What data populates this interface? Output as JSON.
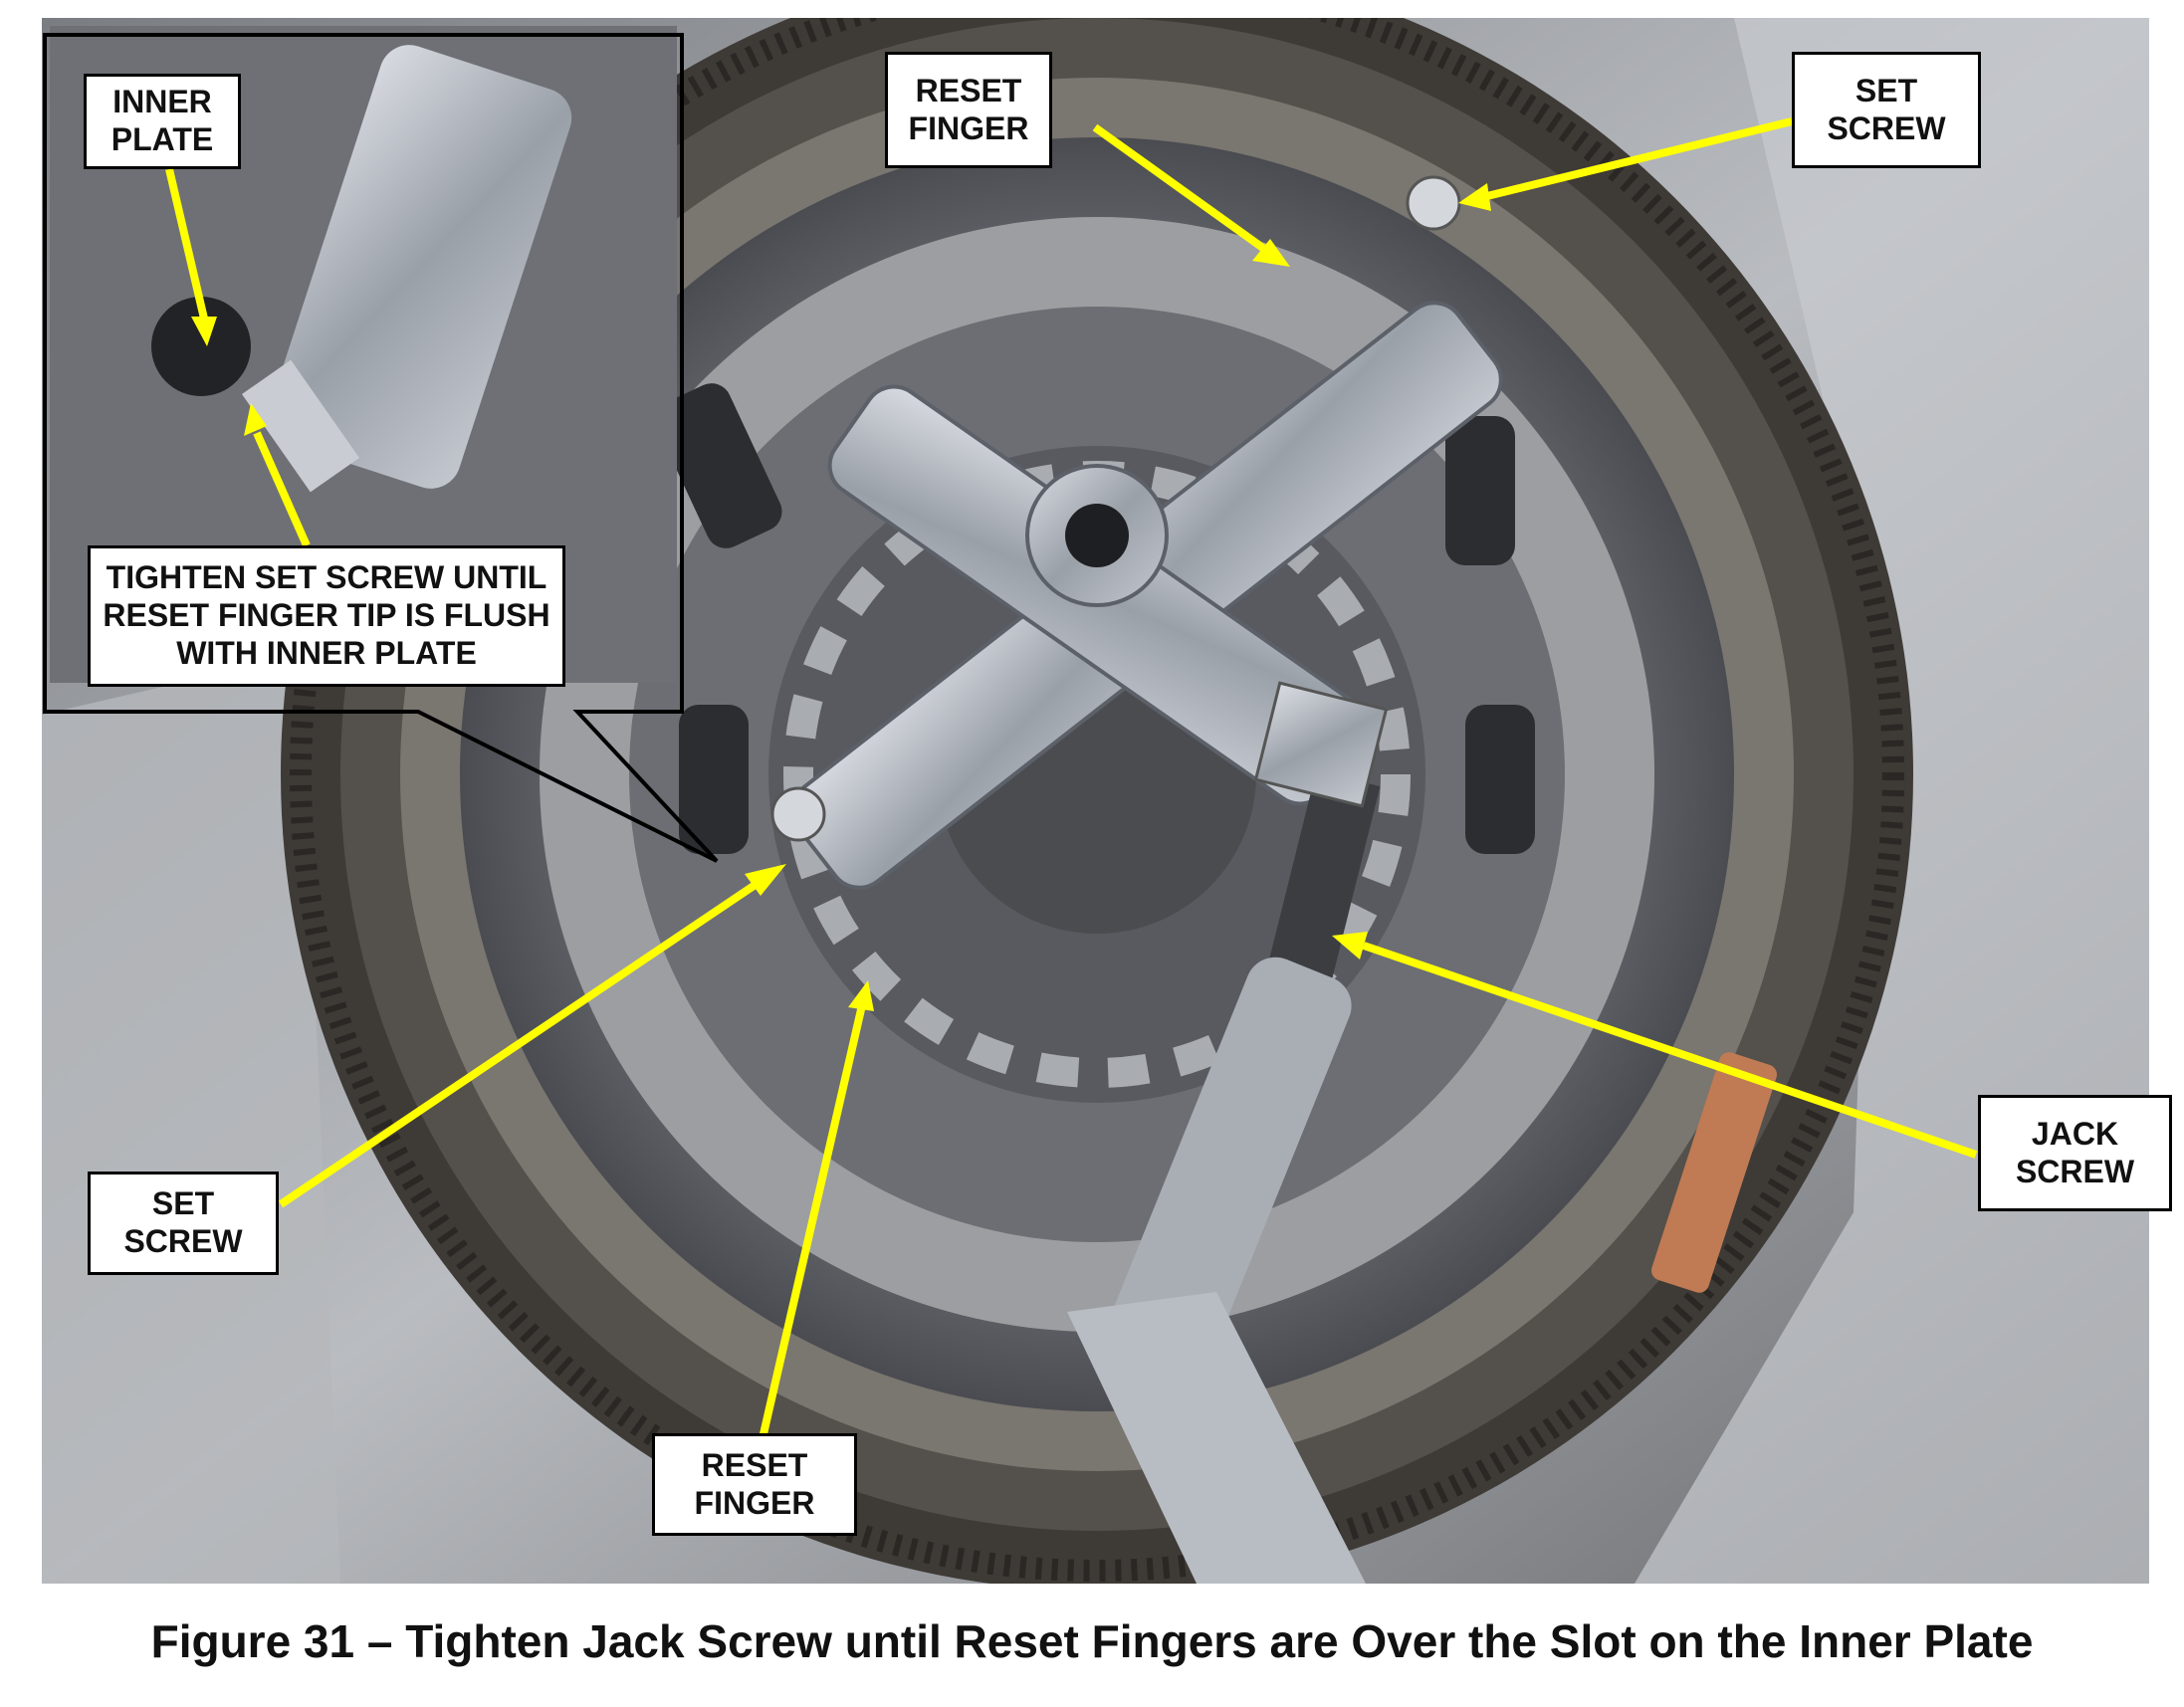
{
  "colors": {
    "arrow": "#ffff00",
    "callout_border": "#000000",
    "callout_fill": "#ffffff"
  },
  "callouts": {
    "inset_inner_plate": "INNER\nPLATE",
    "inset_tighten": "TIGHTEN SET SCREW UNTIL\nRESET FINGER TIP IS FLUSH\nWITH INNER PLATE",
    "reset_finger_top": "RESET\nFINGER",
    "set_screw_top": "SET\nSCREW",
    "set_screw_left": "SET\nSCREW",
    "jack_screw": "JACK\nSCREW",
    "reset_finger_bottom": "RESET\nFINGER"
  },
  "caption": "Figure 31 – Tighten Jack Screw until Reset Fingers are Over the Slot on the Inner Plate"
}
